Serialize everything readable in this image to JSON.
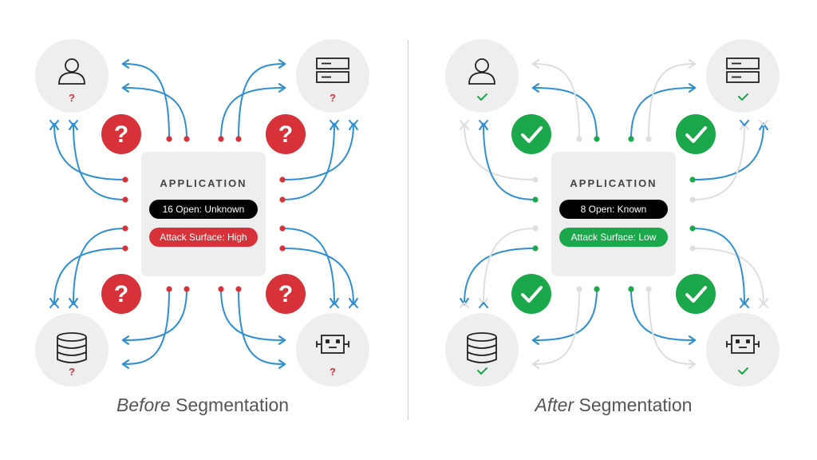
{
  "colors": {
    "flow": "#2f8fd3",
    "flow_faded": "#dedede",
    "unknown": "#d7323a",
    "known": "#1aa84b",
    "node_bg": "#eeeeee",
    "icon": "#222222"
  },
  "panels": [
    {
      "id": "before",
      "status": "unknown",
      "app": {
        "title": "APPLICATION",
        "open_label": "16 Open: Unknown",
        "surface_label": "Attack Surface: High"
      },
      "caption": {
        "emphasis": "Before",
        "rest": " Segmentation"
      },
      "node_mark": "?",
      "badge_mark": "?",
      "node_icons": [
        "user-icon",
        "server-icon",
        "database-icon",
        "robot-icon"
      ]
    },
    {
      "id": "after",
      "status": "known",
      "app": {
        "title": "APPLICATION",
        "open_label": "8 Open: Known",
        "surface_label": "Attack Surface: Low"
      },
      "caption": {
        "emphasis": "After",
        "rest": " Segmentation"
      },
      "node_mark": "✓",
      "badge_mark": "✓",
      "node_icons": [
        "user-icon",
        "server-icon",
        "database-icon",
        "robot-icon"
      ]
    }
  ]
}
